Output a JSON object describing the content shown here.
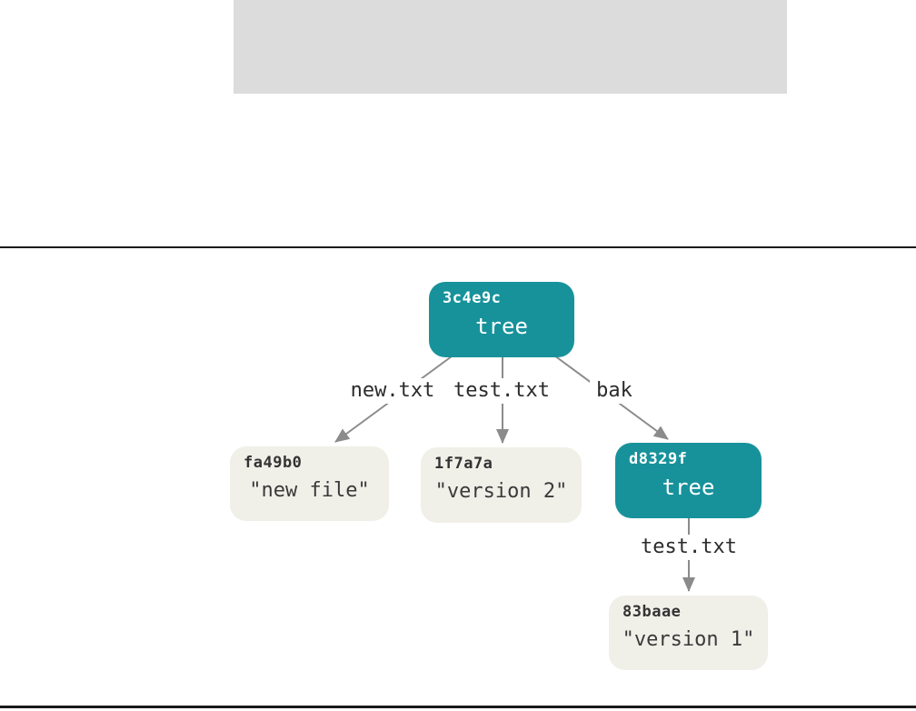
{
  "page": {
    "code_block_text": "",
    "colors": {
      "code_block_fill": "#dcdcdc",
      "divider": "#1a1a1a",
      "background": "#ffffff"
    }
  },
  "diagram": {
    "type": "git-object-tree",
    "colors": {
      "tree_node_fill": "#17929b",
      "tree_node_text": "#ffffff",
      "blob_node_fill": "#f0efe8",
      "blob_node_text": "#3a3a3a",
      "edge_stroke": "#8b8b8b",
      "edge_label_text": "#2b2b2b"
    },
    "nodes": [
      {
        "hash": "3c4e9c",
        "label": "tree",
        "type": "tree"
      },
      {
        "hash": "fa49b0",
        "label": "\"new file\"",
        "type": "blob"
      },
      {
        "hash": "1f7a7a",
        "label": "\"version 2\"",
        "type": "blob"
      },
      {
        "hash": "d8329f",
        "label": "tree",
        "type": "tree"
      },
      {
        "hash": "83baae",
        "label": "\"version 1\"",
        "type": "blob"
      }
    ],
    "edges": [
      {
        "from": "3c4e9c",
        "to": "fa49b0",
        "label": "new.txt"
      },
      {
        "from": "3c4e9c",
        "to": "1f7a7a",
        "label": "test.txt"
      },
      {
        "from": "3c4e9c",
        "to": "d8329f",
        "label": "bak"
      },
      {
        "from": "d8329f",
        "to": "83baae",
        "label": "test.txt"
      }
    ]
  }
}
